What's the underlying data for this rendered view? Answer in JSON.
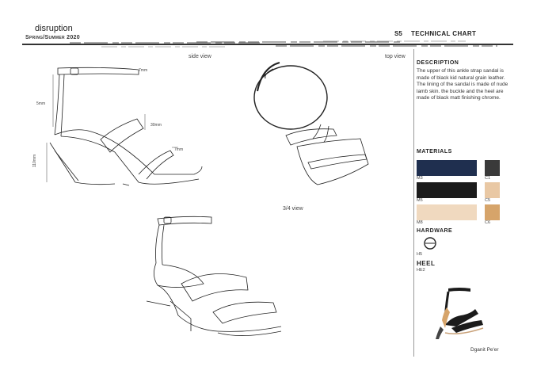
{
  "header": {
    "brand": "disruption",
    "season": "Spring/Summer 2020",
    "code": "S5",
    "title": "TECHNICAL CHART"
  },
  "views": {
    "side": "side view",
    "top": "top view",
    "three_quarter": "3/4 view"
  },
  "dimensions": {
    "strap_top": "7mm",
    "left_mid": "5mm",
    "vamp_wide": "30mm",
    "vamp_thin": "7mm",
    "heel_height": "110mm"
  },
  "description": {
    "heading": "DESCRIPTION",
    "text": "The upper of this ankle strap sandal is made of black kid natural grain leather. The lining of the sandal is made of nude lamb skin. the buckle and the heel are made of black matt finishing chrome."
  },
  "materials": {
    "heading": "MATERIALS",
    "items": [
      {
        "code": "M3",
        "color": "#1f2f4f"
      },
      {
        "code": "C1",
        "color": "#3a3a3a"
      },
      {
        "code": "M5",
        "color": "#1b1b1b"
      },
      {
        "code": "C5",
        "color": "#e9c8a4"
      },
      {
        "code": "M8",
        "color": "#f0d9bf"
      },
      {
        "code": "C6",
        "color": "#d6a46a"
      }
    ]
  },
  "hardware": {
    "heading": "HARDWARE",
    "code": "H5"
  },
  "heel": {
    "heading": "HEEL",
    "code": "HE2"
  },
  "designer": "Dganit Pe'er"
}
